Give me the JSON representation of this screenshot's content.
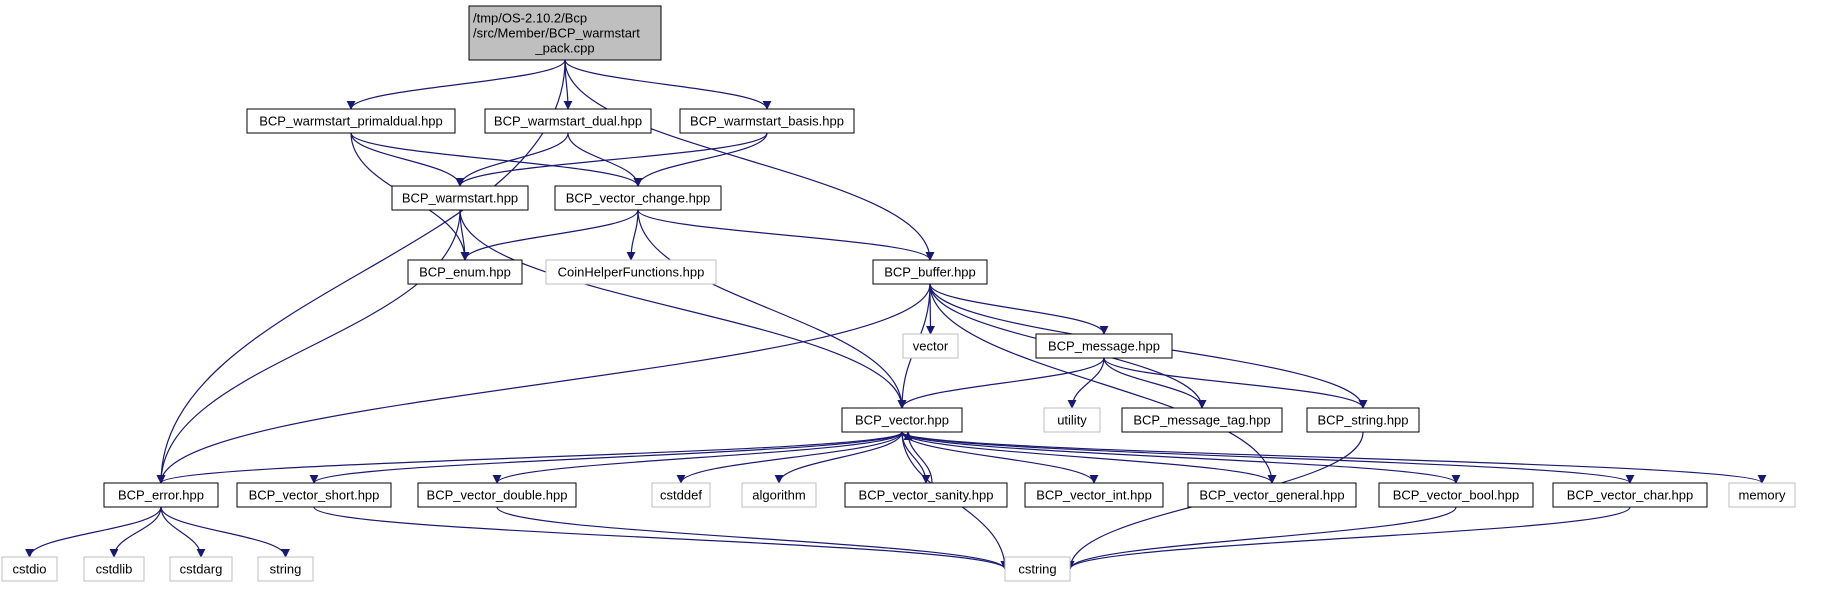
{
  "colors": {
    "edge": "#191970",
    "root_fill": "#bfbfbf",
    "root_stroke": "#000000",
    "local_fill": "#ffffff",
    "local_stroke": "#000000",
    "external_fill": "#ffffff",
    "external_stroke": "#bfbfbf"
  },
  "nodes": [
    {
      "id": "root",
      "kind": "root",
      "lines": [
        "/tmp/OS-2.10.2/Bcp",
        "/src/Member/BCP_warmstart",
        "_pack.cpp"
      ]
    },
    {
      "id": "wpd",
      "kind": "local",
      "lines": [
        "BCP_warmstart_primaldual.hpp"
      ]
    },
    {
      "id": "wdual",
      "kind": "local",
      "lines": [
        "BCP_warmstart_dual.hpp"
      ]
    },
    {
      "id": "wbasis",
      "kind": "local",
      "lines": [
        "BCP_warmstart_basis.hpp"
      ]
    },
    {
      "id": "warm",
      "kind": "local",
      "lines": [
        "BCP_warmstart.hpp"
      ]
    },
    {
      "id": "vchange",
      "kind": "local",
      "lines": [
        "BCP_vector_change.hpp"
      ]
    },
    {
      "id": "enum",
      "kind": "local",
      "lines": [
        "BCP_enum.hpp"
      ]
    },
    {
      "id": "coin",
      "kind": "external",
      "lines": [
        "CoinHelperFunctions.hpp"
      ]
    },
    {
      "id": "buffer",
      "kind": "local",
      "lines": [
        "BCP_buffer.hpp"
      ]
    },
    {
      "id": "vectorstd",
      "kind": "external",
      "lines": [
        "vector"
      ]
    },
    {
      "id": "message",
      "kind": "local",
      "lines": [
        "BCP_message.hpp"
      ]
    },
    {
      "id": "utility",
      "kind": "external",
      "lines": [
        "utility"
      ]
    },
    {
      "id": "msgtag",
      "kind": "local",
      "lines": [
        "BCP_message_tag.hpp"
      ]
    },
    {
      "id": "string_h",
      "kind": "local",
      "lines": [
        "BCP_string.hpp"
      ]
    },
    {
      "id": "vector",
      "kind": "local",
      "lines": [
        "BCP_vector.hpp"
      ]
    },
    {
      "id": "error",
      "kind": "local",
      "lines": [
        "BCP_error.hpp"
      ]
    },
    {
      "id": "vshort",
      "kind": "local",
      "lines": [
        "BCP_vector_short.hpp"
      ]
    },
    {
      "id": "vdouble",
      "kind": "local",
      "lines": [
        "BCP_vector_double.hpp"
      ]
    },
    {
      "id": "cstddef",
      "kind": "external",
      "lines": [
        "cstddef"
      ]
    },
    {
      "id": "algorithm",
      "kind": "external",
      "lines": [
        "algorithm"
      ]
    },
    {
      "id": "vsanity",
      "kind": "local",
      "lines": [
        "BCP_vector_sanity.hpp"
      ]
    },
    {
      "id": "vint",
      "kind": "local",
      "lines": [
        "BCP_vector_int.hpp"
      ]
    },
    {
      "id": "vgeneral",
      "kind": "local",
      "lines": [
        "BCP_vector_general.hpp"
      ]
    },
    {
      "id": "vbool",
      "kind": "local",
      "lines": [
        "BCP_vector_bool.hpp"
      ]
    },
    {
      "id": "vchar",
      "kind": "local",
      "lines": [
        "BCP_vector_char.hpp"
      ]
    },
    {
      "id": "memory",
      "kind": "external",
      "lines": [
        "memory"
      ]
    },
    {
      "id": "cstdio",
      "kind": "external",
      "lines": [
        "cstdio"
      ]
    },
    {
      "id": "cstdlib",
      "kind": "external",
      "lines": [
        "cstdlib"
      ]
    },
    {
      "id": "cstdarg",
      "kind": "external",
      "lines": [
        "cstdarg"
      ]
    },
    {
      "id": "string",
      "kind": "external",
      "lines": [
        "string"
      ]
    },
    {
      "id": "cstring",
      "kind": "external",
      "lines": [
        "cstring"
      ]
    }
  ],
  "edges": [
    [
      "root",
      "wpd"
    ],
    [
      "root",
      "wdual"
    ],
    [
      "root",
      "wbasis"
    ],
    [
      "root",
      "buffer"
    ],
    [
      "root",
      "error"
    ],
    [
      "wpd",
      "warm"
    ],
    [
      "wpd",
      "vchange"
    ],
    [
      "wpd",
      "enum"
    ],
    [
      "wdual",
      "warm"
    ],
    [
      "wdual",
      "vchange"
    ],
    [
      "wbasis",
      "warm"
    ],
    [
      "wbasis",
      "vchange"
    ],
    [
      "warm",
      "enum"
    ],
    [
      "warm",
      "error"
    ],
    [
      "warm",
      "vector"
    ],
    [
      "vchange",
      "enum"
    ],
    [
      "vchange",
      "coin"
    ],
    [
      "vchange",
      "buffer"
    ],
    [
      "vchange",
      "vector"
    ],
    [
      "buffer",
      "vectorstd"
    ],
    [
      "buffer",
      "message"
    ],
    [
      "buffer",
      "msgtag"
    ],
    [
      "buffer",
      "string_h"
    ],
    [
      "buffer",
      "vector"
    ],
    [
      "buffer",
      "error"
    ],
    [
      "buffer",
      "vgeneral"
    ],
    [
      "message",
      "utility"
    ],
    [
      "message",
      "msgtag"
    ],
    [
      "message",
      "string_h"
    ],
    [
      "message",
      "vector"
    ],
    [
      "string_h",
      "cstring"
    ],
    [
      "vector",
      "error"
    ],
    [
      "vector",
      "vshort"
    ],
    [
      "vector",
      "vdouble"
    ],
    [
      "vector",
      "cstddef"
    ],
    [
      "vector",
      "algorithm"
    ],
    [
      "vector",
      "vsanity"
    ],
    [
      "vector",
      "vint"
    ],
    [
      "vector",
      "vgeneral"
    ],
    [
      "vector",
      "vbool"
    ],
    [
      "vector",
      "vchar"
    ],
    [
      "vector",
      "memory"
    ],
    [
      "vector",
      "cstring"
    ],
    [
      "vsanity",
      "vector"
    ],
    [
      "error",
      "cstdio"
    ],
    [
      "error",
      "cstdlib"
    ],
    [
      "error",
      "cstdarg"
    ],
    [
      "error",
      "string"
    ],
    [
      "vshort",
      "cstring"
    ],
    [
      "vdouble",
      "cstring"
    ],
    [
      "vbool",
      "cstring"
    ],
    [
      "vchar",
      "cstring"
    ]
  ]
}
